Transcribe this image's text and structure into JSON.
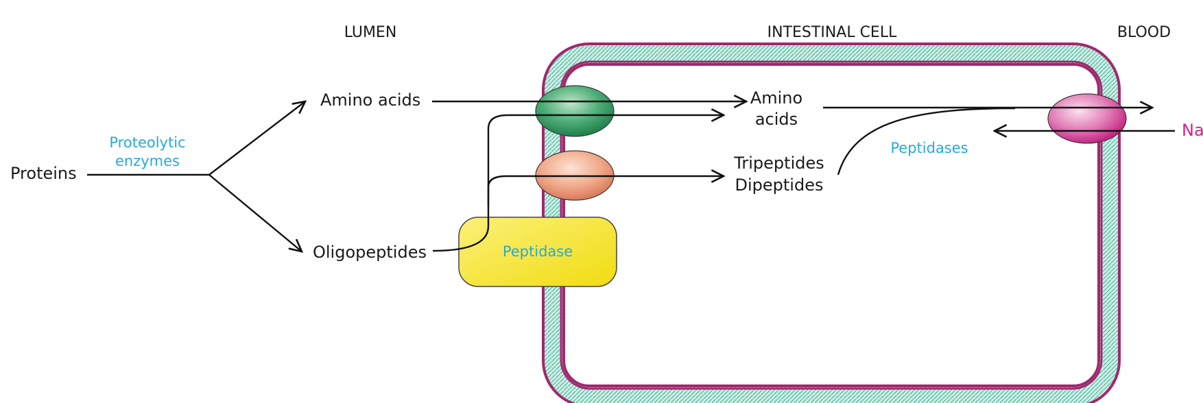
{
  "regions": {
    "lumen": "LUMEN",
    "cell": "INTESTINAL CELL",
    "blood": "BLOOD"
  },
  "lumen": {
    "proteins": "Proteins",
    "enzyme_line1": "Proteolytic",
    "enzyme_line2": "enzymes",
    "amino_acids": "Amino acids",
    "oligopeptides": "Oligopeptides"
  },
  "membrane_enzyme": "Peptidase",
  "cell": {
    "amino_line1": "Amino",
    "amino_line2": "acids",
    "tripeptides": "Tripeptides",
    "dipeptides": "Dipeptides",
    "peptidases": "Peptidases"
  },
  "blood": {
    "ion": "Na",
    "ion_charge": "+"
  },
  "colors": {
    "enzyme_text": "#29a8d9",
    "sodium": "#d6208a",
    "membrane_outer": "#a0286e",
    "membrane_inner": "#7fd1bd",
    "peptidase_box": "#f6e52a",
    "aa_transporter": "#2e9a5e",
    "peptide_transporter": "#e9967a",
    "na_cotransporter": "#d94ea0"
  },
  "icons": {
    "arrowhead": "open-arrowhead"
  }
}
